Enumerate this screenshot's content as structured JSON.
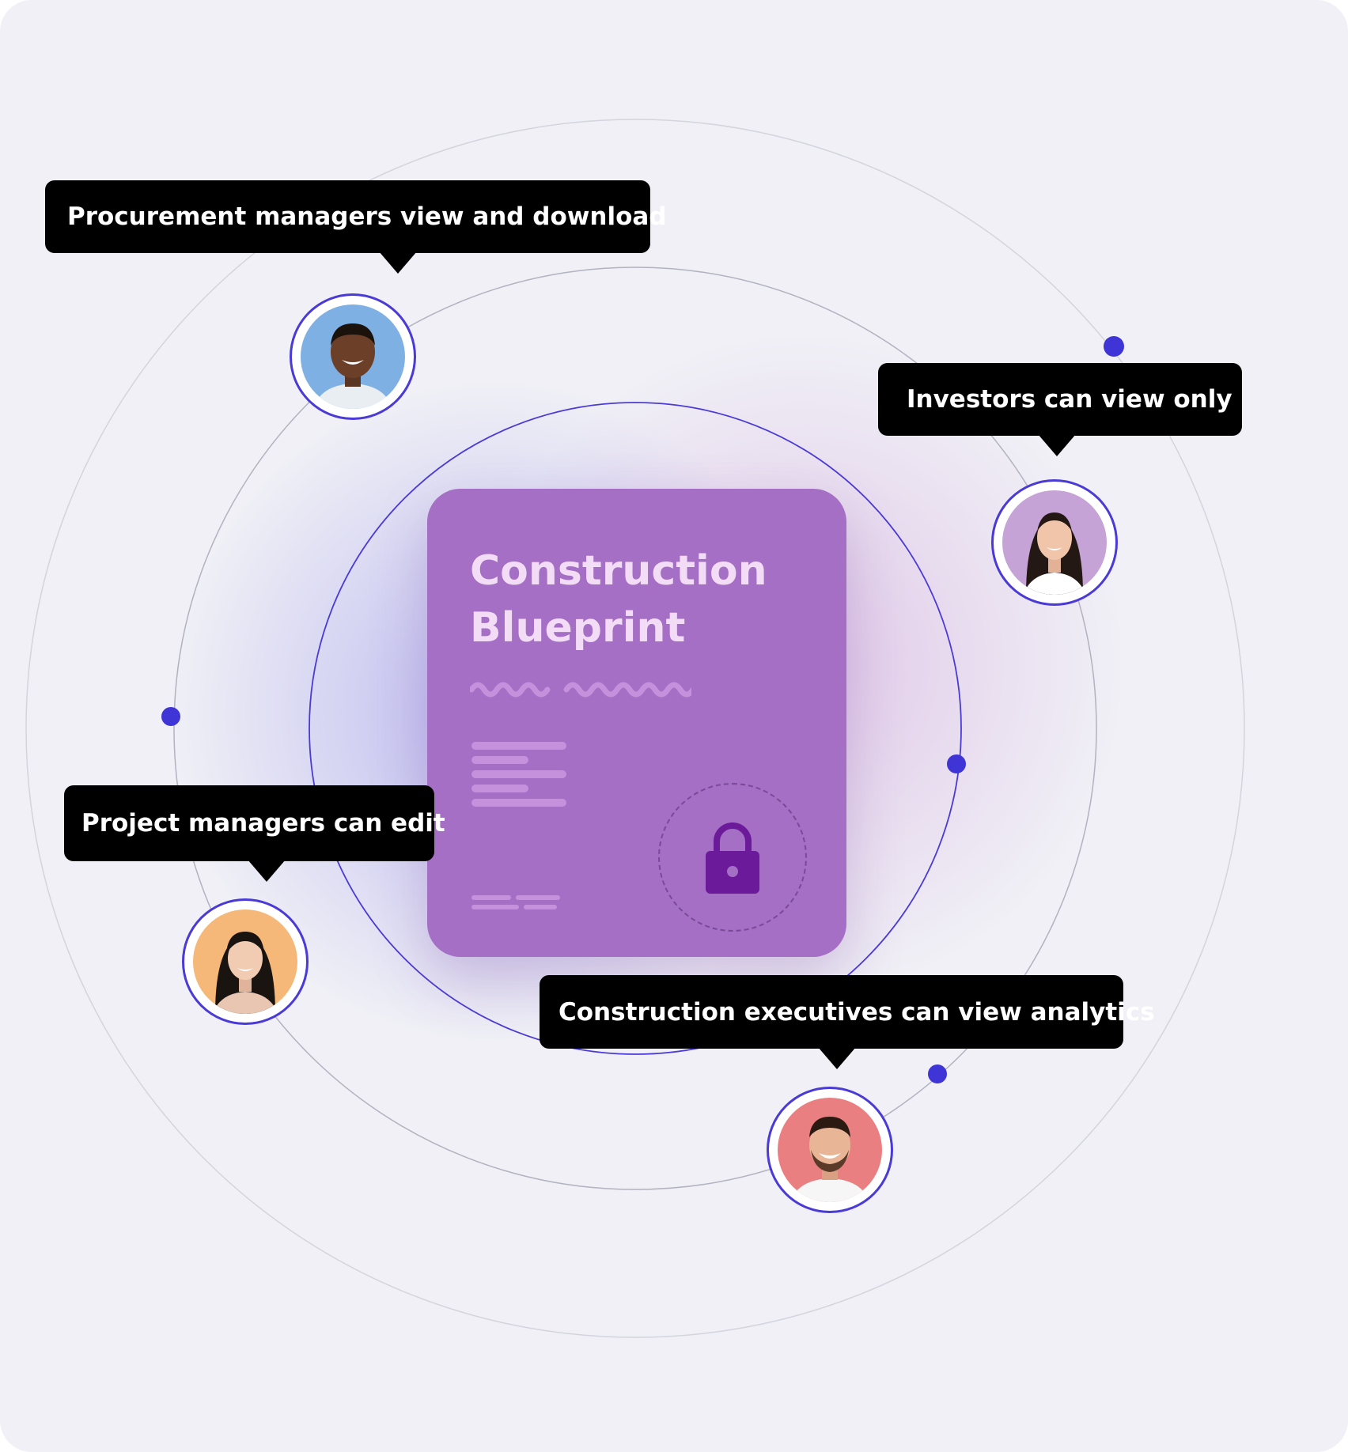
{
  "document_card": {
    "title": "Construction Blueprint",
    "background": "#a46fc4",
    "icon": "lock-icon"
  },
  "roles": [
    {
      "label": "Procurement managers view and download",
      "avatar_bg": "#7fb0e4",
      "avatar": "smiling man"
    },
    {
      "label": "Investors can view only",
      "avatar_bg": "#c5a3d6",
      "avatar": "smiling woman"
    },
    {
      "label": "Project managers can edit",
      "avatar_bg": "#f5b878",
      "avatar": "smiling woman"
    },
    {
      "label": "Construction executives can view analytics",
      "avatar_bg": "#ea7f82",
      "avatar": "smiling man"
    }
  ],
  "colors": {
    "page_background": "#f0f0f6",
    "accent": "#3f35d6",
    "tooltip": "#000000",
    "tooltip_text": "#ffffff"
  }
}
